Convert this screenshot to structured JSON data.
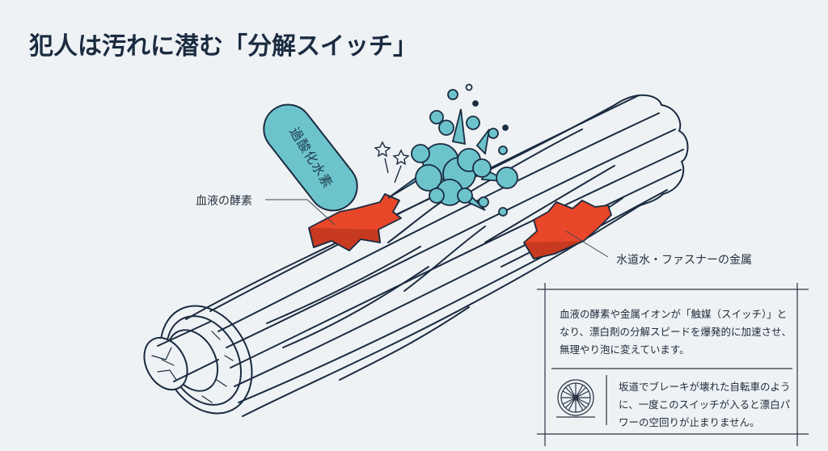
{
  "title": "犯人は汚れに潜む「分解スイッチ」",
  "capsule": {
    "label": "過酸化水素",
    "color": "#6cc3cb"
  },
  "callouts": {
    "enzyme": "血液の酵素",
    "metal": "水道水・ファスナーの金属"
  },
  "info_box": {
    "main_text": "血液の酵素や金属イオンが「触媒（スイッチ）」となり、漂白剤の分解スピードを爆発的に加速させ、無理やり泡に変えています。",
    "analogy_icon": "bicycle-wheel-icon",
    "analogy_text": "坂道でブレーキが壊れた自転車のように、一度このスイッチが入ると漂白パワーの空回りが止まりません。"
  },
  "colors": {
    "background": "#eef2f4",
    "ink": "#1b2b40",
    "catalyst": "#e8472a",
    "foam": "#6cc3cb"
  }
}
